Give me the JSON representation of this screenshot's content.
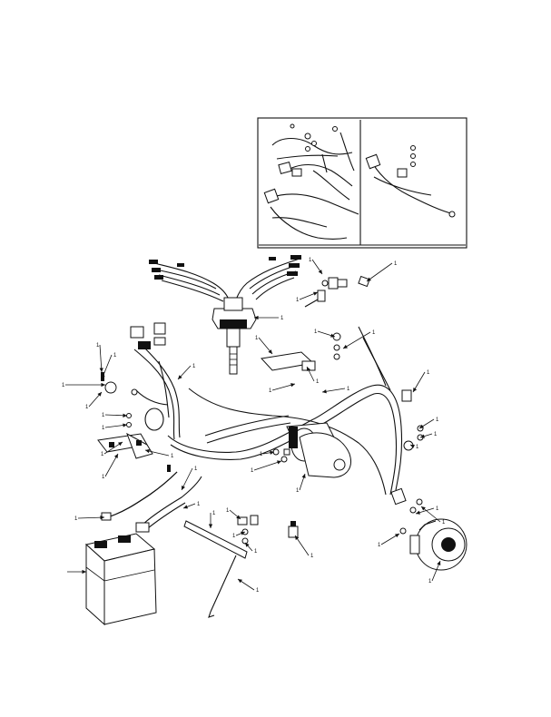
{
  "diagram": {
    "type": "exploded-parts-illustration",
    "subject": "engine electrical system components",
    "callouts": [
      "1",
      "1",
      "1",
      "1",
      "1",
      "1",
      "1",
      "1",
      "1",
      "1",
      "1",
      "1",
      "1",
      "1",
      "1",
      "1",
      "1",
      "1",
      "1",
      "1",
      "1",
      "1",
      "1",
      "1",
      "1",
      "1",
      "1",
      "1",
      "1",
      "1",
      "1",
      "1",
      "1",
      "1",
      "1",
      "1",
      "1",
      "1",
      "1",
      "1"
    ]
  },
  "colors": {
    "ink": "#111111",
    "paper": "#ffffff"
  }
}
